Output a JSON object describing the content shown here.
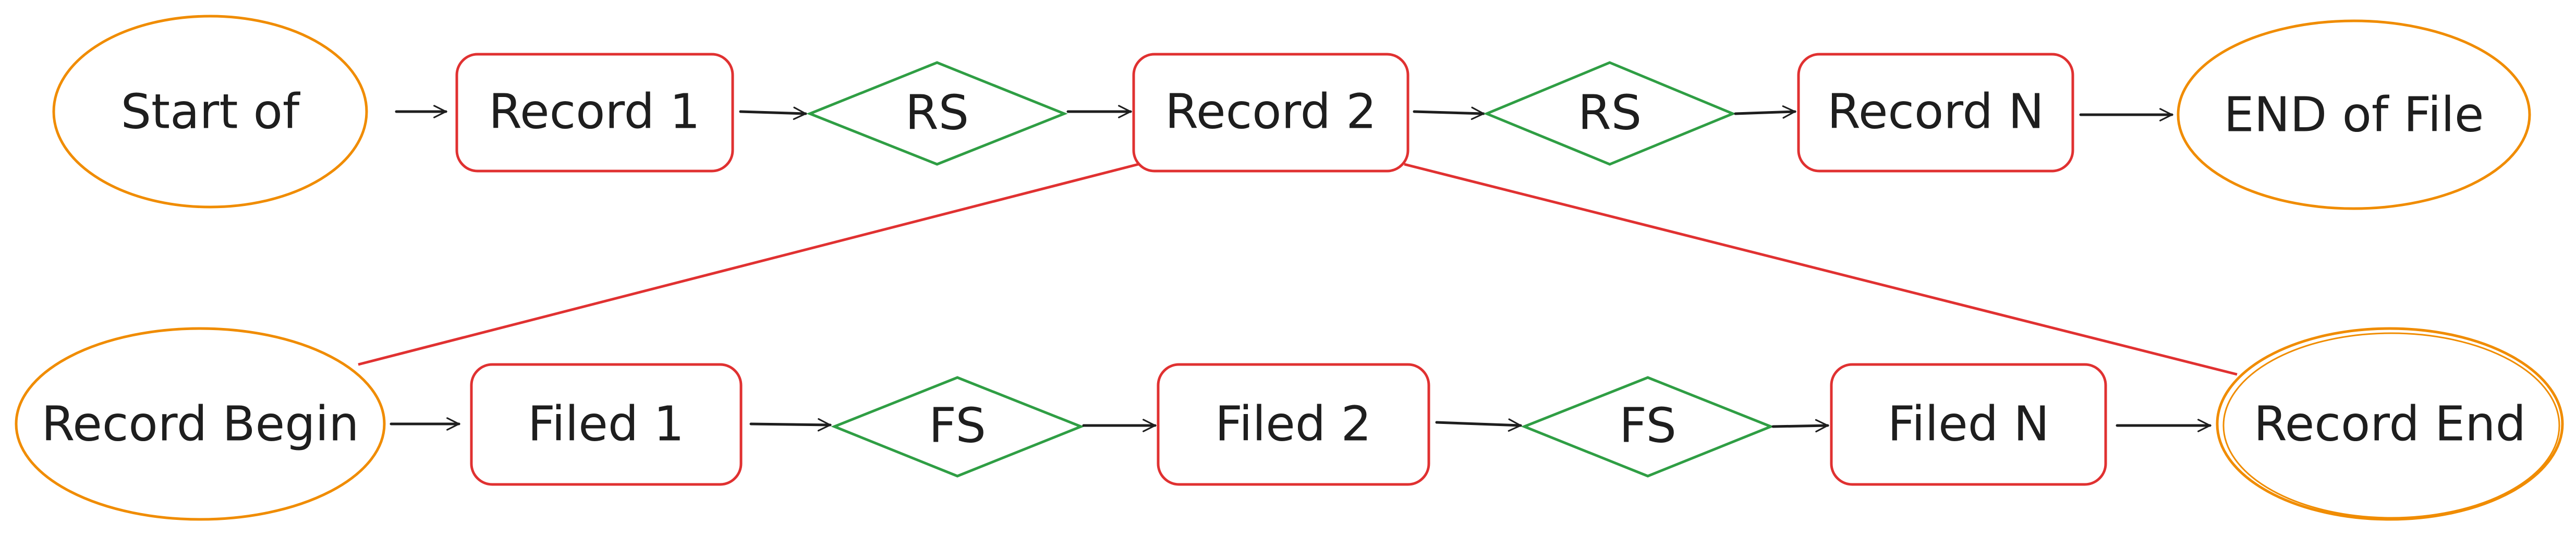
{
  "colors": {
    "terminal": "#f08c00",
    "record": "#e03131",
    "separator": "#2f9e44",
    "text": "#1e1e1e"
  },
  "top_row": {
    "start": "Start of",
    "record_1": "Record 1",
    "separator_1": "RS",
    "record_2": "Record 2",
    "separator_2": "RS",
    "record_n": "Record N",
    "end": "END of File"
  },
  "bottom_row": {
    "start": "Record Begin",
    "field_1": "Filed 1",
    "separator_1": "FS",
    "field_2": "Filed 2",
    "separator_2": "FS",
    "field_n": "Filed N",
    "end": "Record End"
  }
}
